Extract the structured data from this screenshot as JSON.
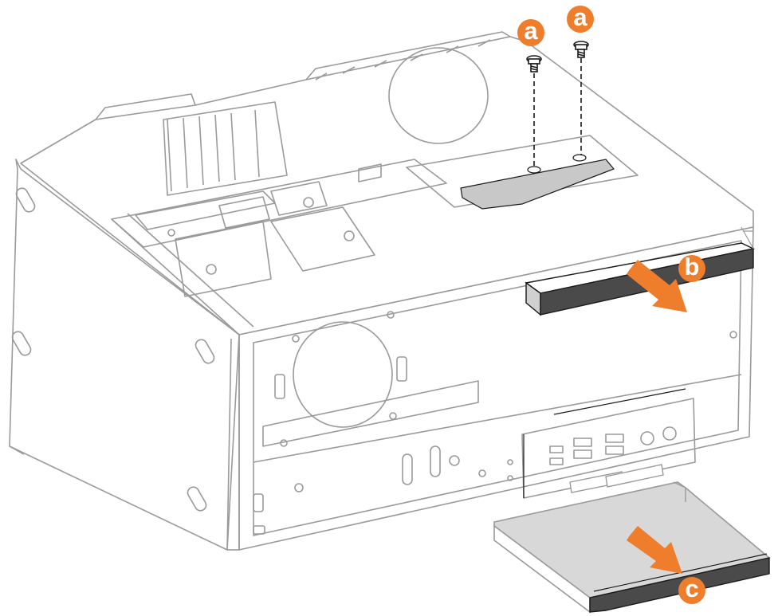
{
  "figure": {
    "step_labels": {
      "screw_1": "a",
      "screw_2": "a",
      "slide_bay": "b",
      "remove_drive": "c"
    },
    "colors": {
      "callout": "#ee7d2c",
      "line_art": "#9a9a9a",
      "dark_line": "#1a1a1a",
      "drive_top": "#d8d8d8",
      "drive_bezel": "#4a4a4a"
    },
    "icons": [
      "screw-icon",
      "arrow-icon"
    ]
  }
}
